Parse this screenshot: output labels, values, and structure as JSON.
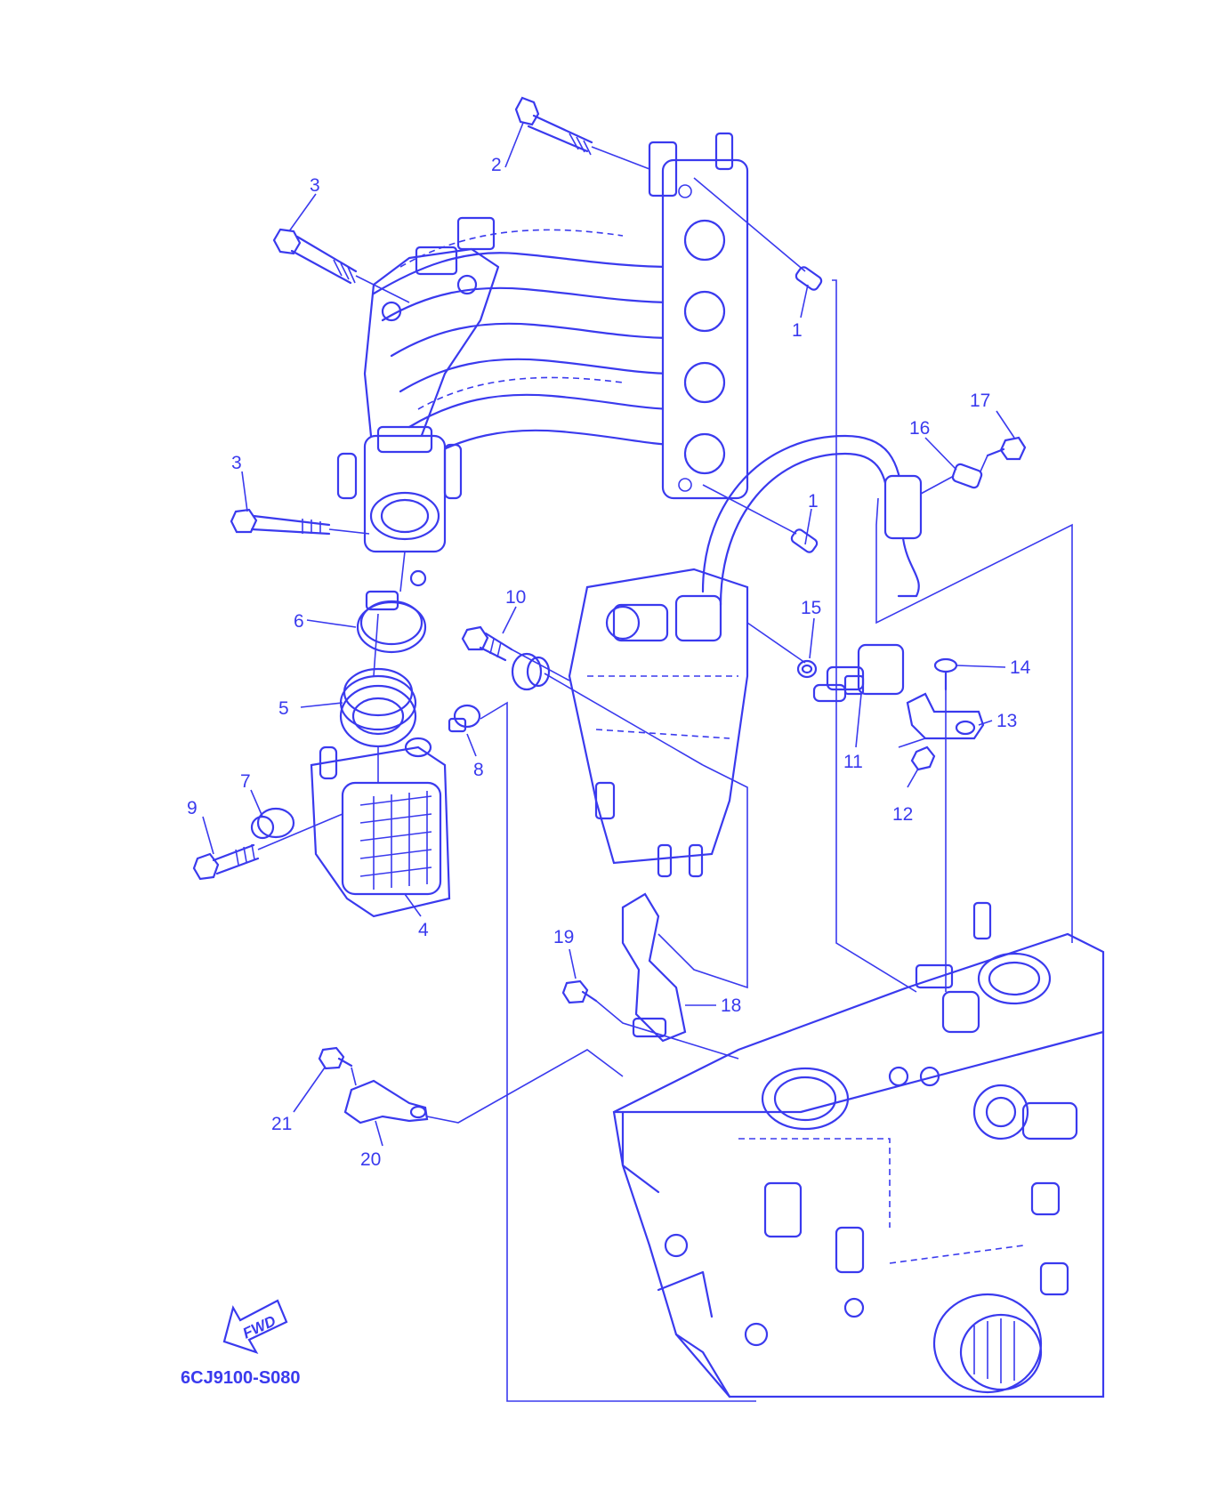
{
  "diagram": {
    "code": "6CJ9100-S080",
    "direction_label": "FWD",
    "colors": {
      "line": "#3a3aee",
      "background": "#ffffff"
    },
    "callouts": [
      "1",
      "1",
      "2",
      "3",
      "3",
      "4",
      "5",
      "6",
      "7",
      "8",
      "9",
      "10",
      "11",
      "12",
      "13",
      "14",
      "15",
      "16",
      "17",
      "18",
      "19",
      "20",
      "21"
    ]
  }
}
